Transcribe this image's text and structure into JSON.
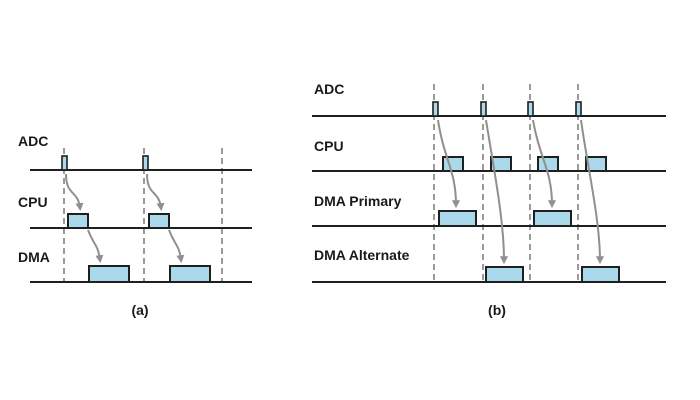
{
  "panel_a": {
    "caption": "(a)",
    "rows": {
      "adc": "ADC",
      "cpu": "CPU",
      "dma": "DMA"
    }
  },
  "panel_b": {
    "caption": "(b)",
    "rows": {
      "adc": "ADC",
      "cpu": "CPU",
      "dma_primary": "DMA Primary",
      "dma_alternate": "DMA Alternate"
    }
  },
  "colors": {
    "block_fill": "#a9d9ea",
    "outline": "#1f1f1f",
    "guide": "#9a9a9a",
    "arrow": "#8f8f8f"
  }
}
